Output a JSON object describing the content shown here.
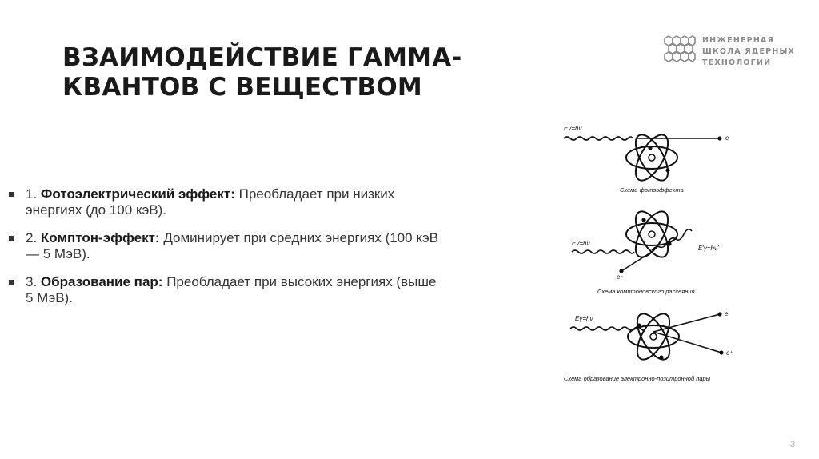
{
  "title": {
    "line1": "ВЗАИМОДЕЙСТВИЕ ГАММА-",
    "line2": "КВАНТОВ С ВЕЩЕСТВОМ"
  },
  "logo": {
    "line1": "ИНЖЕНЕРНАЯ",
    "line2": "ШКОЛА ЯДЕРНЫХ",
    "line3": "ТЕХНОЛОГИЙ",
    "icon": "hexagon-grid-logo-icon",
    "color": "#8a8a8a"
  },
  "bullets": [
    {
      "num": "1.",
      "term": "Фотоэлектрический эффект:",
      "text": "Преобладает при низких энергиях (до 100 кэВ)."
    },
    {
      "num": "2.",
      "term": "Комптон-эффект:",
      "text": "Доминирует при средних энергиях (100 кэВ — 5 МэВ)."
    },
    {
      "num": "3.",
      "term": "Образование пар:",
      "text": "Преобладает при высоких энергиях (выше 5 МэВ)."
    }
  ],
  "figure": {
    "photo": {
      "energy": "Eγ=hν",
      "electron": "e",
      "caption": "Схема фотоэффекта"
    },
    "compton": {
      "energy": "Eγ=hν",
      "scattered": "E'γ=hν'",
      "electron": "e⁻",
      "caption": "Схема комптоновского рассеяния"
    },
    "pair": {
      "energy": "Eγ=hν",
      "electron": "e",
      "positron": "e⁺",
      "caption": "Схема образование электронно-позитронной пары"
    }
  },
  "page_number": "3"
}
